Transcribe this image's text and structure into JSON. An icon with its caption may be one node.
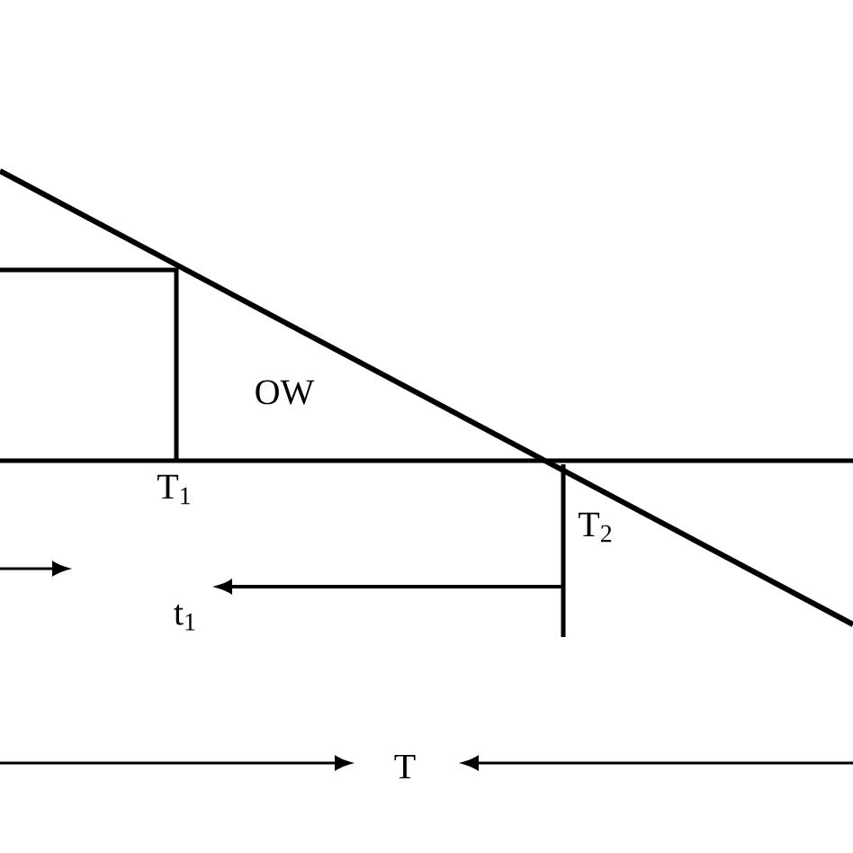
{
  "diagram": {
    "labels": [
      "OW",
      "T$_{1}$",
      "T$_{2}$",
      "t$_{1}$",
      "T"
    ]
  }
}
